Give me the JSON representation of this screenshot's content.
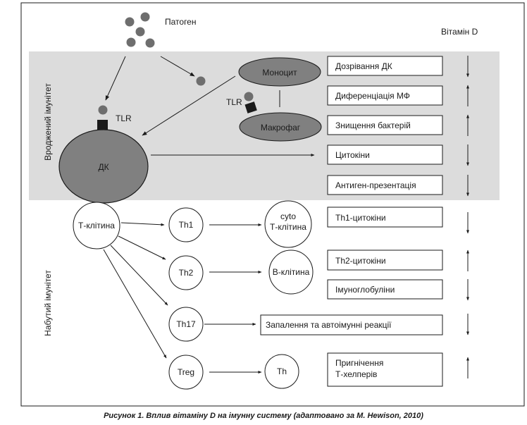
{
  "pathogen_label": "Патоген",
  "vitamin_d_label": "Вітамін D",
  "innate_label": "Вроджений імунітет",
  "adaptive_label": "Набутий імунітет",
  "tlr_label": "TLR",
  "nodes": {
    "dc": "ДК",
    "monocyte": "Моноцит",
    "macrophage": "Макрофаг",
    "t_cell": "Т-клітина",
    "th1": "Th1",
    "cyto_t_line1": "cyto",
    "cyto_t_line2": "Т-клітина",
    "th2": "Th2",
    "b_cell": "В-клітина",
    "th17": "Th17",
    "treg": "Treg",
    "th": "Th"
  },
  "effects": [
    {
      "label": "Дозрівання ДК",
      "arrow": "down"
    },
    {
      "label": "Диференціація МФ",
      "arrow": "up"
    },
    {
      "label": "Знищення бактерій",
      "arrow": "up"
    },
    {
      "label": "Цитокіни",
      "arrow": "down"
    },
    {
      "label": "Антиген-презентація",
      "arrow": "down"
    },
    {
      "label": "Th1-цитокіни",
      "arrow": "down"
    },
    {
      "label": "Th2-цитокіни",
      "arrow": "up"
    },
    {
      "label": "Імуноглобуліни",
      "arrow": "down"
    },
    {
      "label": "Запалення та автоімунні реакції",
      "arrow": "down"
    },
    {
      "label_line1": "Пригнічення",
      "label_line2": "Т-хелперів",
      "arrow": "up"
    }
  ],
  "caption": "Рисунок 1. Вплив вітаміну D на імунну систему (адаптовано за M. Hewison, 2010)",
  "colors": {
    "innate_band": "#dcdcdc",
    "cell_fill": "#808080",
    "dark": "#1a1a1a"
  }
}
